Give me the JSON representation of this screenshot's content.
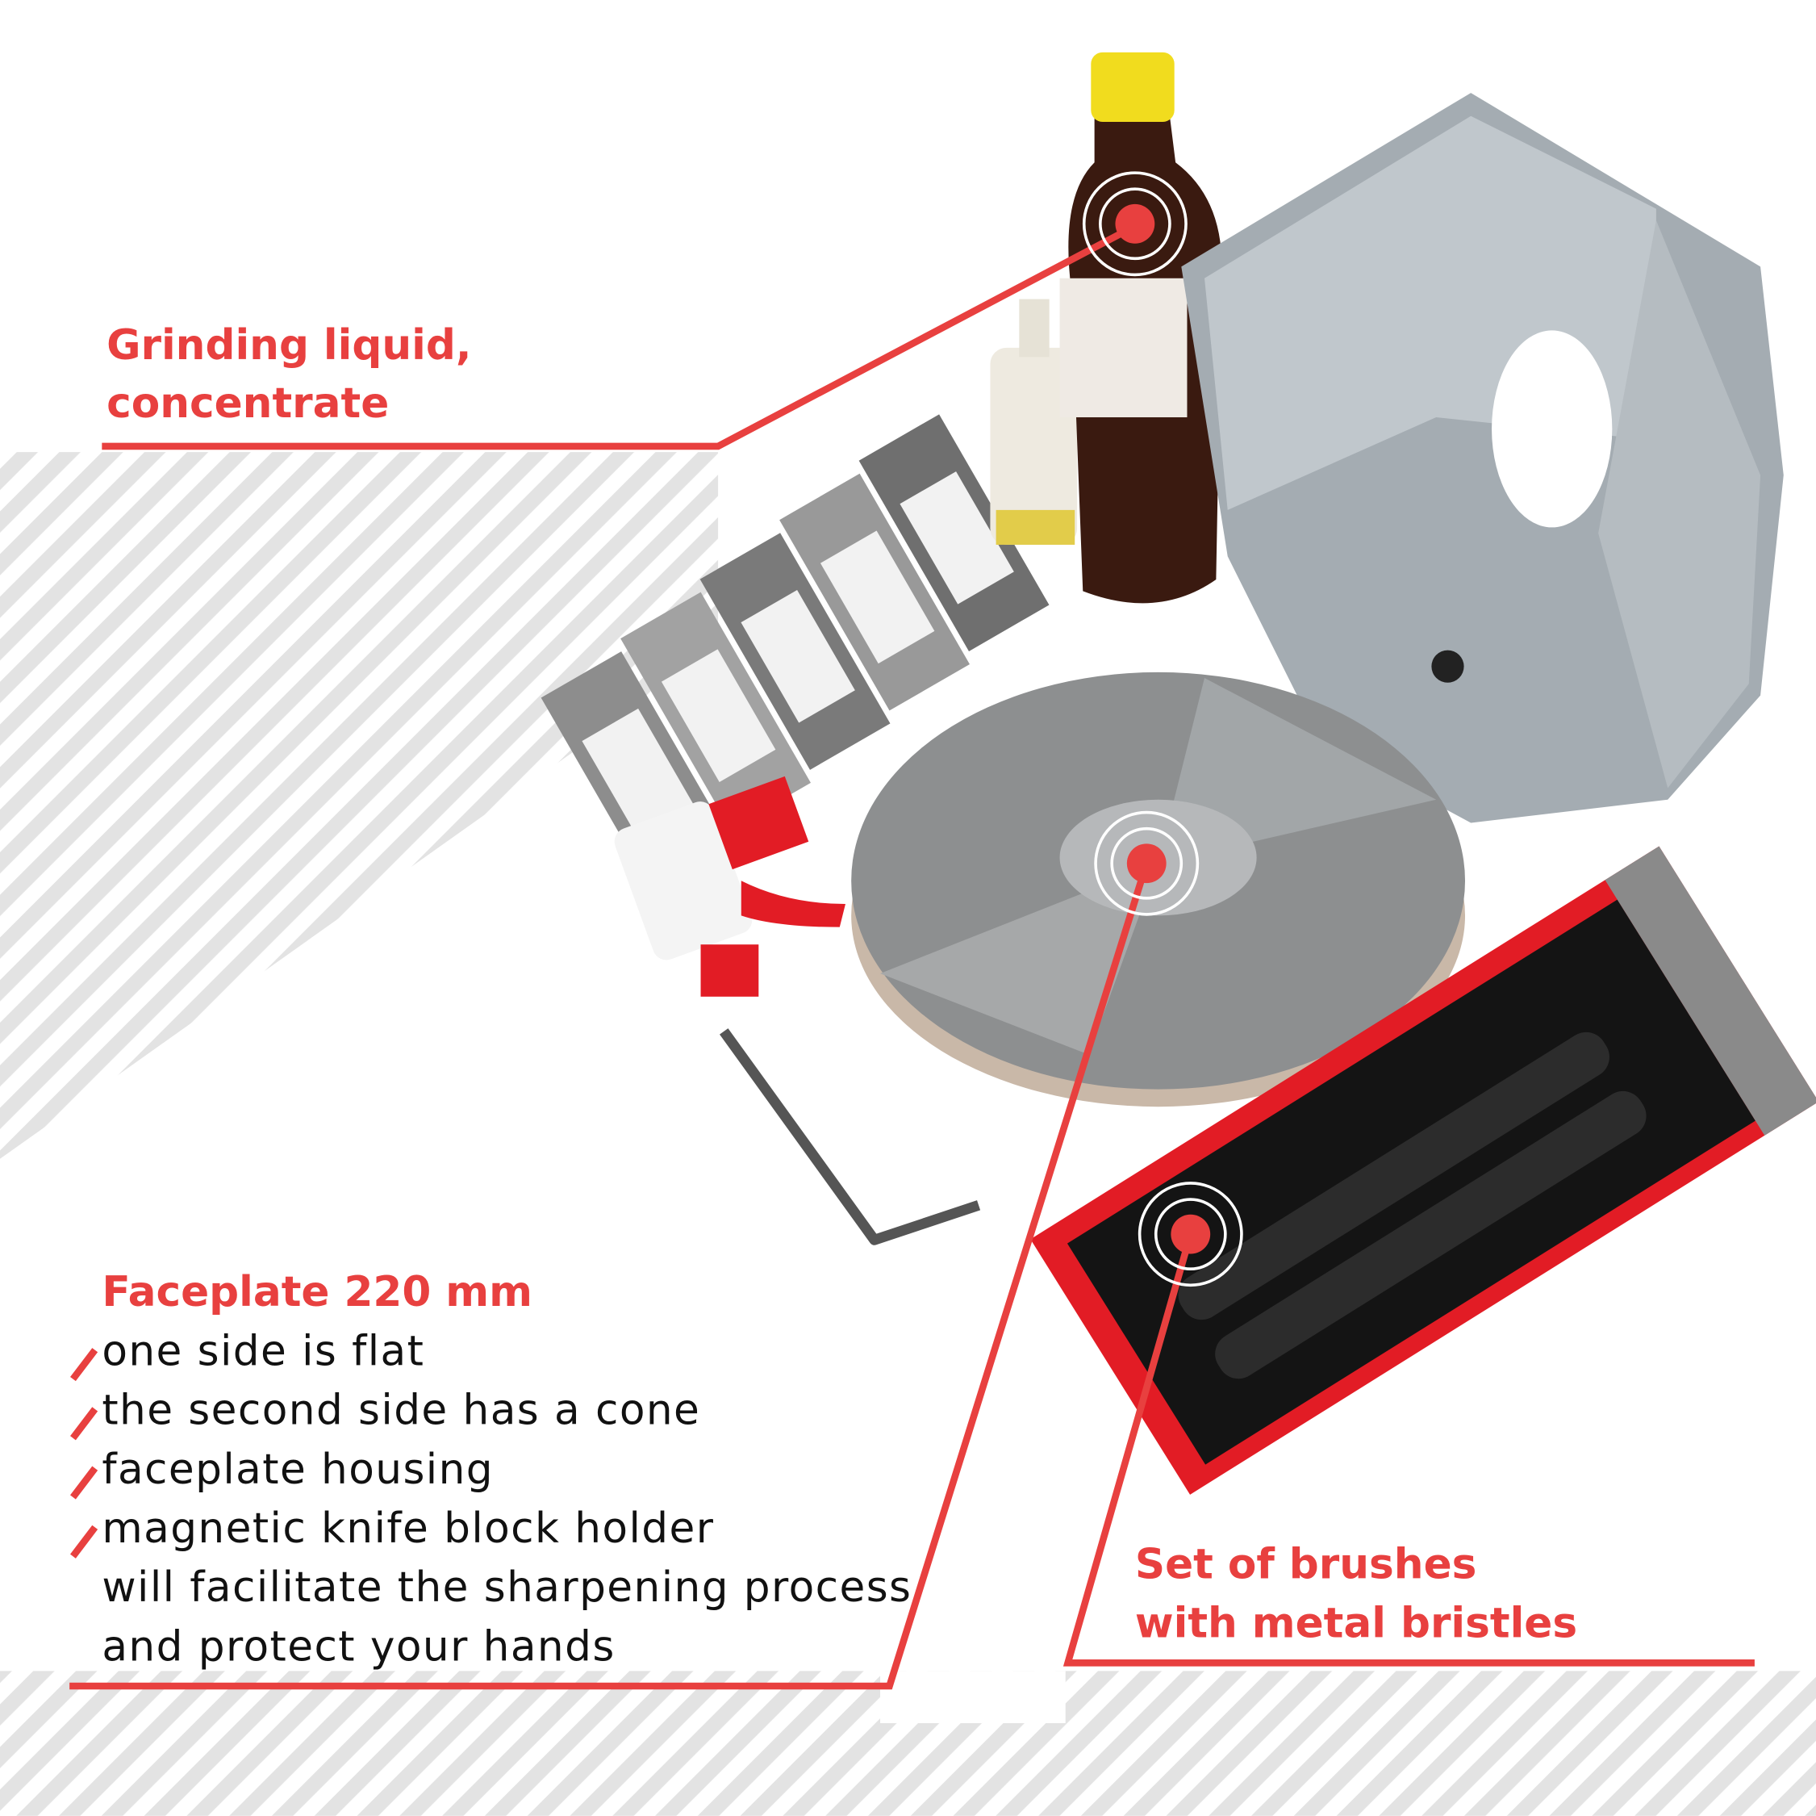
{
  "colors": {
    "accent": "#e8403f",
    "text": "#111111",
    "hatch": "#e3e3e3"
  },
  "callouts": {
    "grinding_liquid": {
      "line1": "Grinding liquid,",
      "line2": "concentrate"
    },
    "faceplate": {
      "title": "Faceplate 220 mm",
      "lines": [
        "one side is flat",
        "the second side has a cone",
        "faceplate housing",
        "magnetic knife block holder",
        "will facilitate the sharpening process",
        "and protect your hands"
      ]
    },
    "brushes": {
      "line1": "Set of brushes",
      "line2": "with metal bristles"
    }
  }
}
